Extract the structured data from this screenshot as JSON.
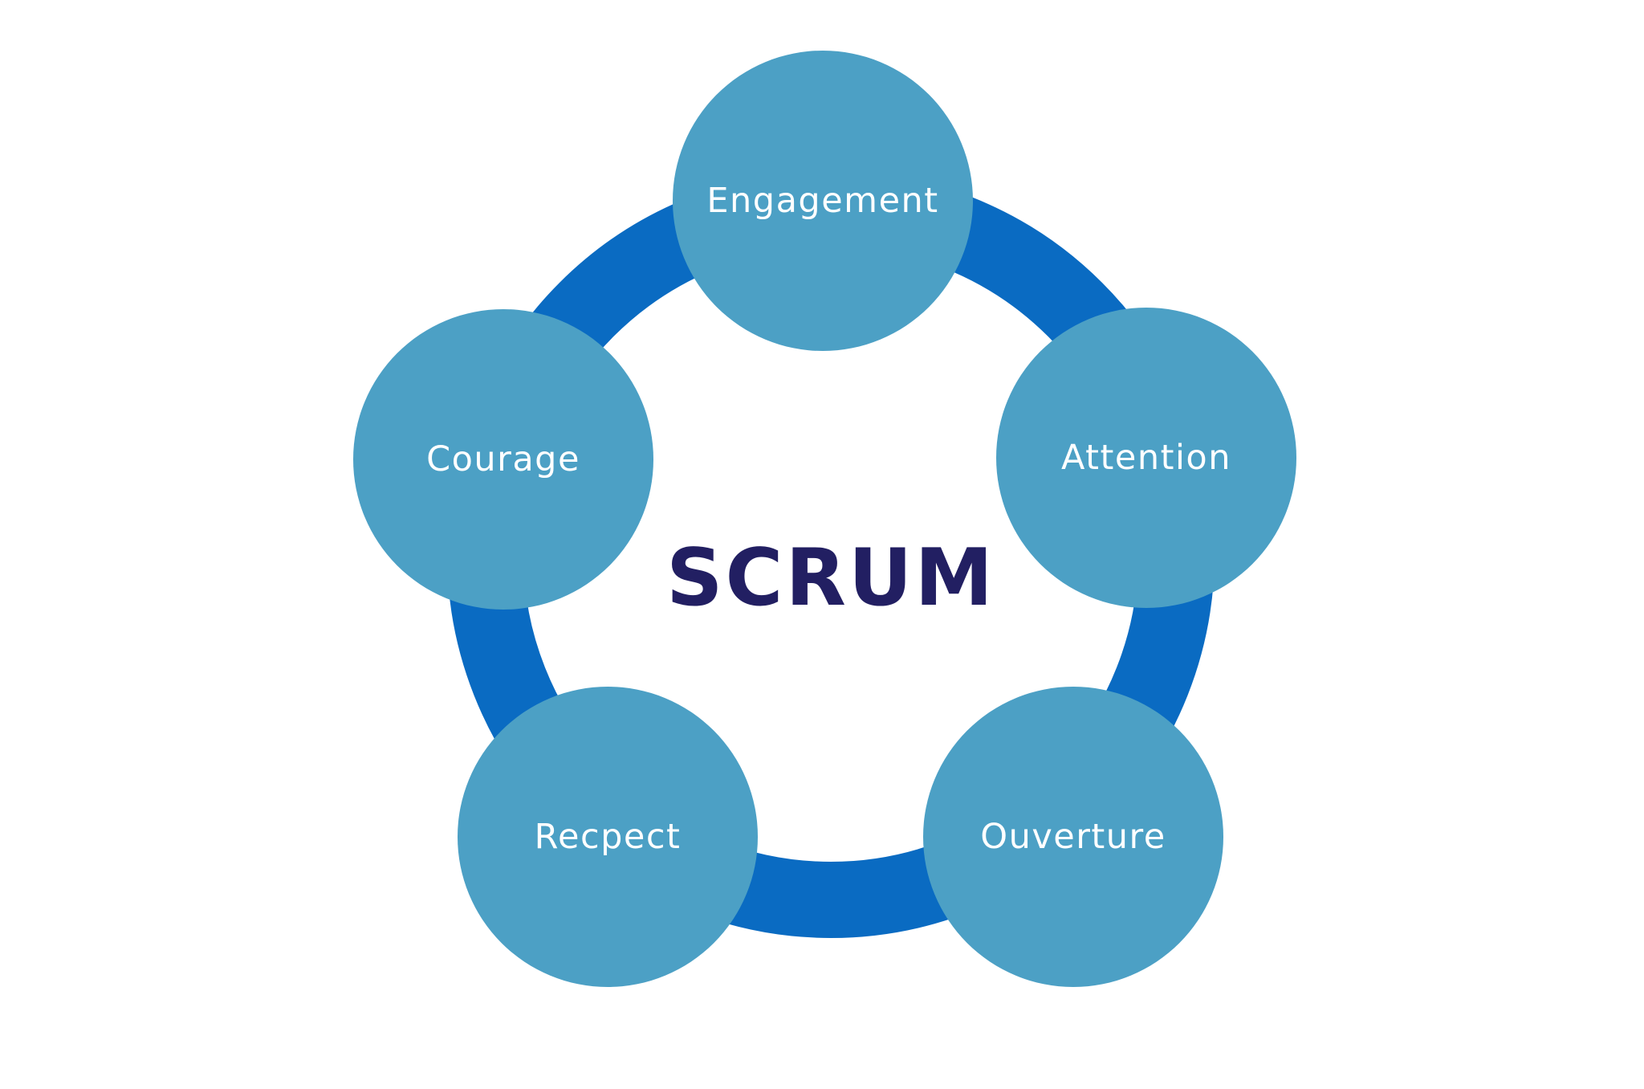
{
  "diagram": {
    "type": "cycle",
    "center_label": "SCRUM",
    "values": [
      {
        "label": "Engagement",
        "position": "top"
      },
      {
        "label": "Attention",
        "position": "upper-right"
      },
      {
        "label": "Ouverture",
        "position": "lower-right"
      },
      {
        "label": "Recpect",
        "position": "lower-left"
      },
      {
        "label": "Courage",
        "position": "upper-left"
      }
    ],
    "colors": {
      "ring": "#0A6BC2",
      "circle": "#4CA0C5",
      "label_text": "#FFFFFF",
      "center_text": "#221F62",
      "background": "#FFFFFF"
    }
  }
}
